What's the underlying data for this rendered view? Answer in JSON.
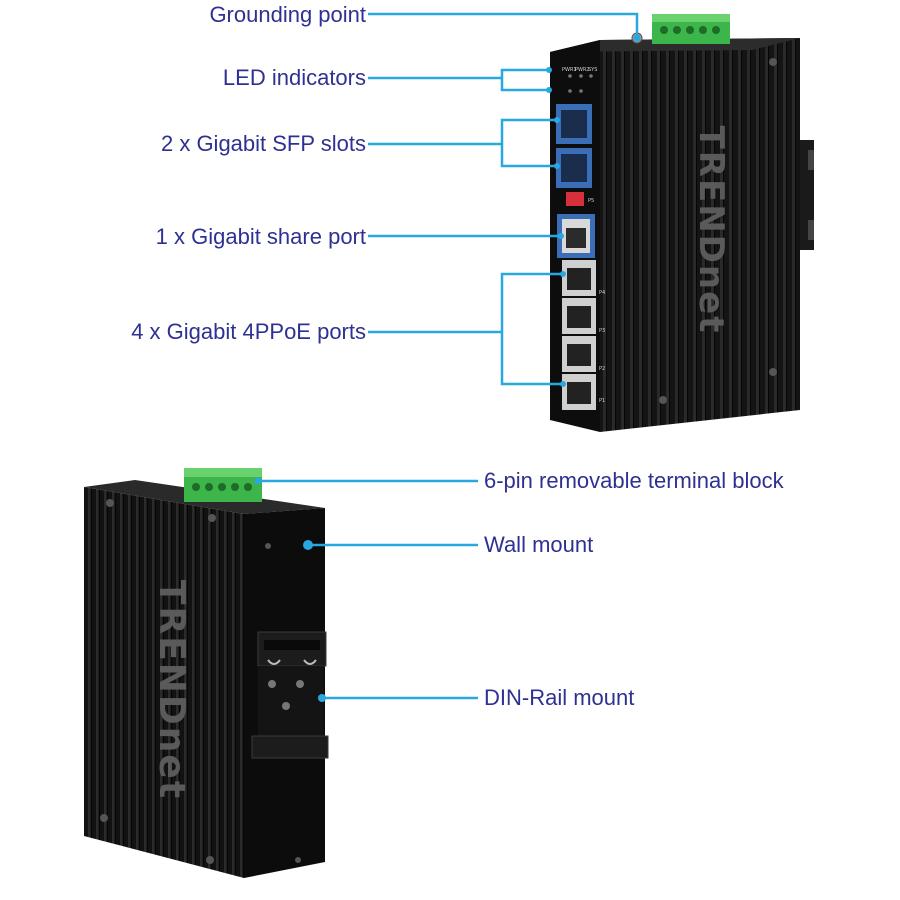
{
  "labels": {
    "grounding_point": "Grounding point",
    "led_indicators": "LED indicators",
    "sfp_slots": "2 x Gigabit SFP slots",
    "share_port": "1 x Gigabit share port",
    "poe_ports": "4 x Gigabit 4PPoE ports",
    "terminal_block": "6-pin removable terminal block",
    "wall_mount": "Wall mount",
    "din_rail_mount": "DIN-Rail mount"
  },
  "device": {
    "brand": "TRENDnet",
    "port_labels": [
      "P4",
      "P3",
      "P2",
      "P1"
    ],
    "share_port_label": "P5",
    "led_labels": [
      "PWR1",
      "PWR2",
      "SYS"
    ]
  },
  "colors": {
    "label_text": "#2e3192",
    "callout_line": "#29a8e0",
    "device_body": "#111111",
    "terminal_green": "#3cb54a",
    "port_blue": "#3a6fb8"
  }
}
